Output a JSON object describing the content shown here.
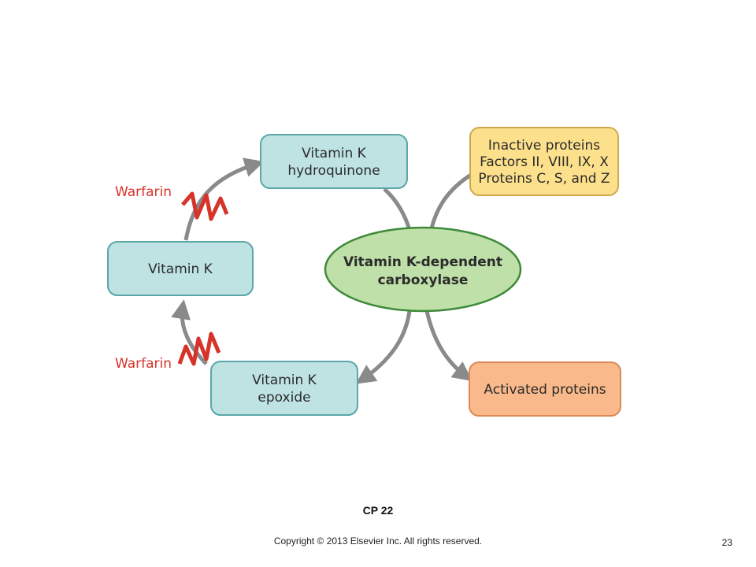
{
  "nodes": {
    "hydroquinone": {
      "line1": "Vitamin K",
      "line2": "hydroquinone"
    },
    "vitamin_k": {
      "line1": "Vitamin K"
    },
    "epoxide": {
      "line1": "Vitamin K",
      "line2": "epoxide"
    },
    "carboxylase": {
      "line1": "Vitamin K-dependent",
      "line2": "carboxylase"
    },
    "inactive": {
      "line1": "Inactive proteins",
      "line2": "Factors II, VIII, IX, X",
      "line3": "Proteins C, S, and Z"
    },
    "activated": {
      "line1": "Activated proteins"
    }
  },
  "inhibitor": {
    "top": "Warfarin",
    "bottom": "Warfarin"
  },
  "colors": {
    "teal_fill": "#bfe3e3",
    "teal_stroke": "#5aa6a8",
    "green_fill": "#bfe0a8",
    "green_stroke": "#3f8a3a",
    "yellow_fill": "#fde08c",
    "yellow_stroke": "#d0a94c",
    "orange_fill": "#f9b98a",
    "orange_stroke": "#d98a57",
    "arrow": "#8a8a8a",
    "inhibit": "#d6332a"
  },
  "footer": {
    "slide_label": "CP 22",
    "copyright": "Copyright © 2013 Elsevier Inc. All rights reserved.",
    "page_number": "23"
  }
}
